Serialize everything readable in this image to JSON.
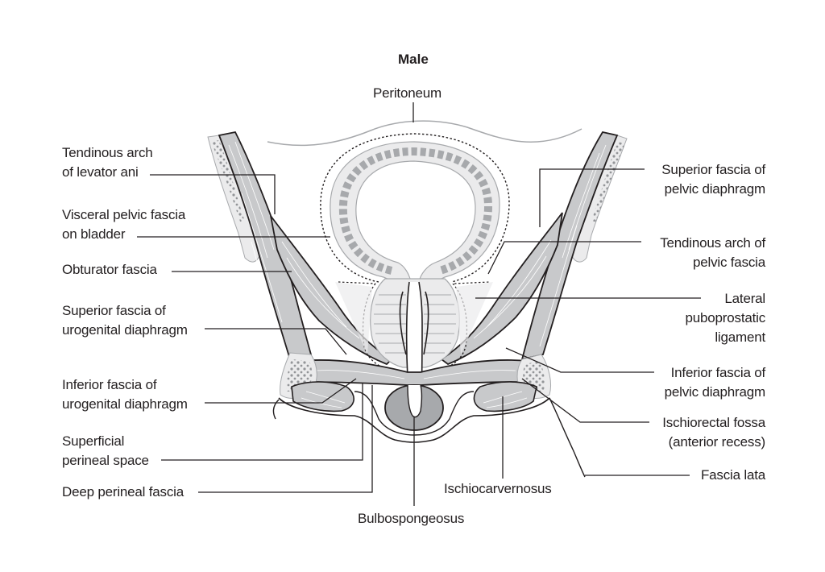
{
  "figure": {
    "title": "Male",
    "subject": "Coronal section of male pelvis showing pelvic and urogenital diaphragm fasciae",
    "colors": {
      "ink": "#231f20",
      "muscle": "#c8c9cb",
      "muscle_dark": "#a7a9ac",
      "bone_fill": "#ebebec",
      "background": "#ffffff"
    }
  },
  "labels": {
    "peritoneum": "Peritoneum",
    "tendinous_arch_levator_ani": [
      "Tendinous arch",
      "of levator ani"
    ],
    "visceral_pelvic_fascia": [
      "Visceral pelvic fascia",
      "on bladder"
    ],
    "obturator_fascia": [
      "Obturator fascia"
    ],
    "superior_fascia_urogenital": [
      "Superior fascia of",
      "urogenital diaphragm"
    ],
    "inferior_fascia_urogenital": [
      "Inferior fascia of",
      "urogenital diaphragm"
    ],
    "superficial_perineal_space": [
      "Superficial",
      "perineal space"
    ],
    "deep_perineal_fascia": [
      "Deep perineal fascia"
    ],
    "bulbospongeosus": "Bulbospongeosus",
    "ischiocarvernosus": "Ischiocarvernosus",
    "superior_fascia_pelvic": [
      "Superior fascia of",
      "pelvic diaphragm"
    ],
    "tendinous_arch_pelvic_fascia": [
      "Tendinous arch of",
      "pelvic fascia"
    ],
    "lateral_puboprostatic": [
      "Lateral",
      "puboprostatic",
      "ligament"
    ],
    "inferior_fascia_pelvic": [
      "Inferior fascia of",
      "pelvic diaphragm"
    ],
    "ischiorectal_fossa": [
      "Ischiorectal fossa",
      "(anterior recess)"
    ],
    "fascia_lata": [
      "Fascia lata"
    ]
  }
}
